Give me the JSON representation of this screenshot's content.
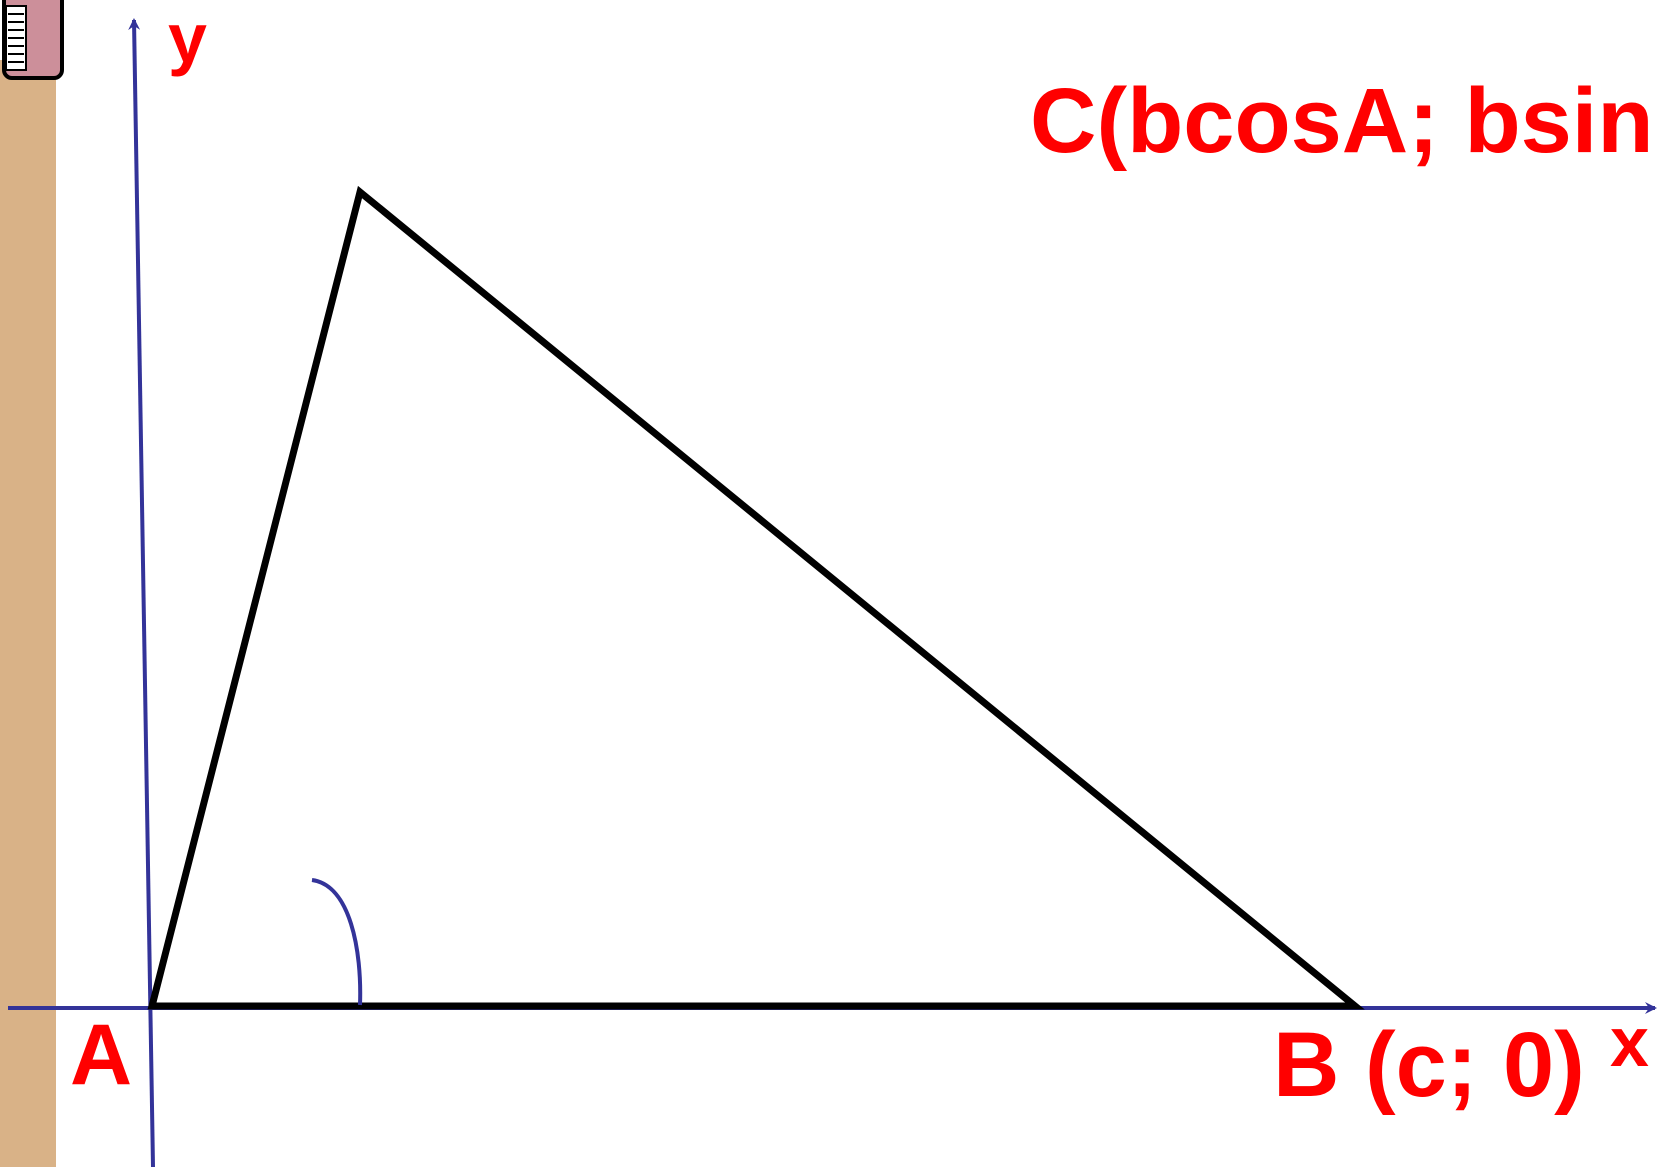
{
  "diagram": {
    "axis_y_label": "y",
    "axis_x_label": "x",
    "vertex_a_label": "A",
    "vertex_b_label": "B (c; 0)",
    "vertex_c_label": "C(bcosA; bsin",
    "colors": {
      "label": "#ff0000",
      "axis": "#333399",
      "triangle": "#000000",
      "sidebar": "#d9b287"
    }
  }
}
